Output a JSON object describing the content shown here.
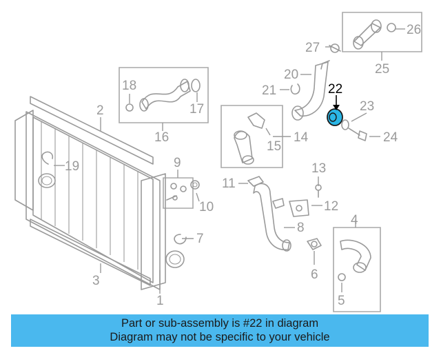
{
  "highlight_color": "#2ab6e6",
  "banner_color": "#4ab8ee",
  "callouts": {
    "c1": "1",
    "c2": "2",
    "c3": "3",
    "c4": "4",
    "c5": "5",
    "c6": "6",
    "c7": "7",
    "c8": "8",
    "c9": "9",
    "c10": "10",
    "c11": "11",
    "c12": "12",
    "c13": "13",
    "c14": "14",
    "c15": "15",
    "c16": "16",
    "c17": "17",
    "c18": "18",
    "c19": "19",
    "c20": "20",
    "c21": "21",
    "c22": "22",
    "c23": "23",
    "c24": "24",
    "c25": "25",
    "c26": "26",
    "c27": "27"
  },
  "banner": {
    "line1": "Part or sub-assembly is #22 in diagram",
    "line2": "Diagram may not be specific to your vehicle"
  }
}
